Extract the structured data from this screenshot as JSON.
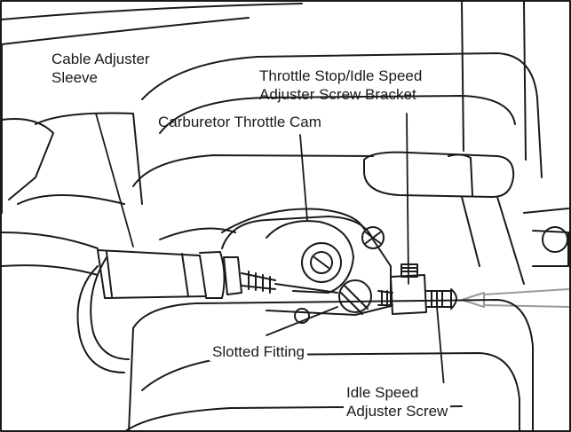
{
  "labels": {
    "cable_adjuster_sleeve": [
      "Cable Adjuster",
      "Sleeve"
    ],
    "throttle_stop_bracket": [
      "Throttle Stop/Idle Speed",
      "Adjuster Screw Bracket"
    ],
    "carburetor_throttle_cam": "Carburetor Throttle Cam",
    "slotted_fitting": "Slotted Fitting",
    "idle_speed_adjuster_screw": [
      "Idle Speed",
      "Adjuster Screw"
    ]
  },
  "colors": {
    "ink": "#1a1a1a",
    "shade": "#9a9a9a",
    "paper": "#ffffff"
  }
}
